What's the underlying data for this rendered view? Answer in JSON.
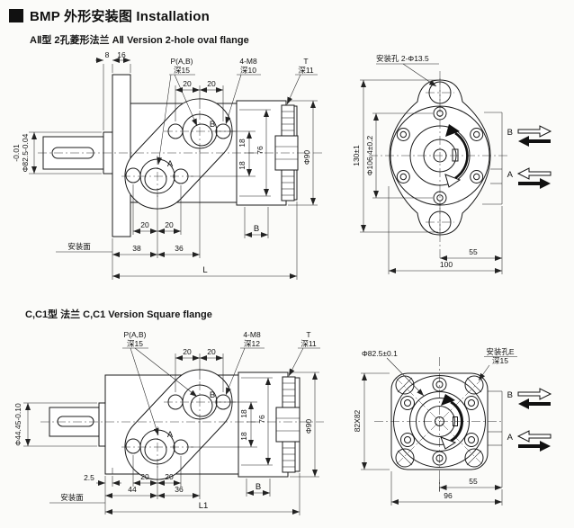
{
  "title": "BMP 外形安装图 Installation",
  "sections": [
    {
      "heading": "AⅡ型 2孔菱形法兰 AⅡ Version 2-hole oval flange",
      "side": {
        "d8": "8",
        "d16": "16",
        "p": "P(A,B)",
        "p_depth": "深15",
        "t20a": "20",
        "t20b": "20",
        "m8": "4-M8",
        "m8_depth": "深10",
        "t": "T",
        "t_depth": "深11",
        "tol": "-0.01",
        "shaft": "Φ82.5-0.04",
        "A": "A",
        "B": "B",
        "d18a": "18",
        "d18b": "18",
        "d76": "76",
        "d90": "Φ90",
        "b20a": "20",
        "b20b": "20",
        "d38": "38",
        "d36": "36",
        "L": "L",
        "bw": "B",
        "mount": "安装面"
      },
      "front": {
        "holes": "安装孔 2-Φ13.5",
        "h": "130±1",
        "bc": "Φ106.4±0.2",
        "d55": "55",
        "d100": "100",
        "B": "B",
        "A": "A"
      }
    },
    {
      "heading": "C,C1型 法兰 C,C1 Version Square flange",
      "side": {
        "p": "P(A,B)",
        "p_depth": "深15",
        "t20a": "20",
        "t20b": "20",
        "m8": "4-M8",
        "m8_depth": "深12",
        "t": "T",
        "t_depth": "深11",
        "shaft": "Φ44.45-0.10",
        "A": "A",
        "B": "B",
        "d18a": "18",
        "d18b": "18",
        "d76": "76",
        "d90": "Φ90",
        "d25": "2.5",
        "b20a": "20",
        "b20b": "20",
        "d44": "44",
        "d36": "36",
        "L1": "L1",
        "bw": "B",
        "mount": "安装面"
      },
      "front": {
        "dia": "Φ82.5±0.1",
        "holes": "安装孔E",
        "holes_depth": "深15",
        "sq": "82X82",
        "d55": "55",
        "d96": "96",
        "B": "B",
        "A": "A"
      }
    }
  ]
}
